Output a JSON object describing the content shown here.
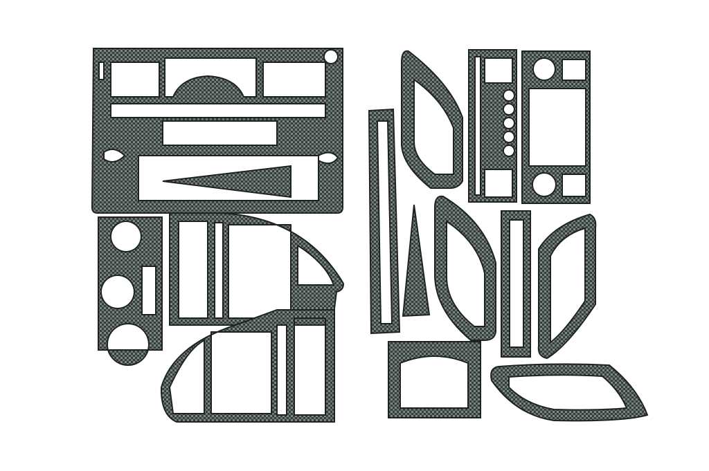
{
  "photo": {
    "background": "#ffffff",
    "material_dark": "#353c3a",
    "material_light": "#7d8a86",
    "edge_color": "#1e2322"
  },
  "pieces": [
    "center-console-panel",
    "climate-knob-panel",
    "dash-vent-panel-left",
    "dash-vent-panel-right",
    "long-trim-strip",
    "small-triangle-trim",
    "door-handle-frame-top",
    "radio-panel",
    "climate-control-panel",
    "door-handle-frame-middle",
    "vent-strip",
    "door-handle-frame-right",
    "u-shaped-trim",
    "door-handle-frame-bottom"
  ]
}
